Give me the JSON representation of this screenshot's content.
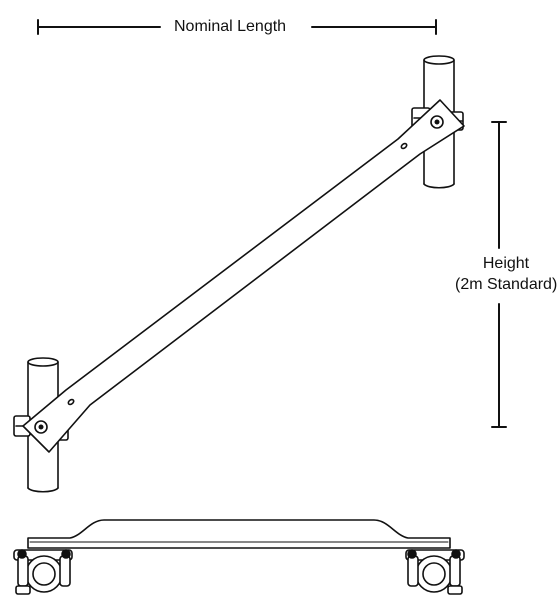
{
  "dimensions": {
    "length_label": "Nominal Length",
    "height_label": "Height",
    "height_note": "(2m Standard)"
  },
  "colors": {
    "line": "#111111",
    "background": "#ffffff"
  },
  "parts": {
    "brace_bar": "brace-bar",
    "standard_tube": "standard-tube",
    "swivel_coupler": "swivel-coupler",
    "bolt": "bolt-icon"
  }
}
